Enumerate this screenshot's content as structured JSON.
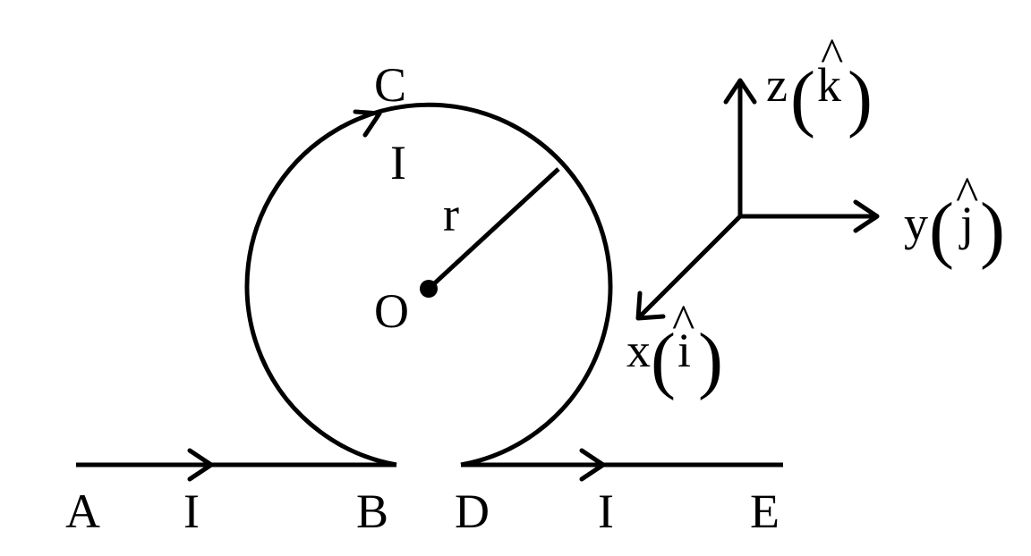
{
  "labels": {
    "A": "A",
    "B": "B",
    "C": "C",
    "D": "D",
    "E": "E",
    "O": "O",
    "r": "r",
    "current_loop": "I",
    "current_left": "I",
    "current_right": "I"
  },
  "axes": {
    "z": {
      "name": "z",
      "unit": "k"
    },
    "y": {
      "name": "y",
      "unit": "j"
    },
    "x": {
      "name": "x",
      "unit": "i"
    },
    "hat": "^",
    "open_paren": "(",
    "close_paren": ")"
  },
  "colors": {
    "ink": "#000000",
    "background": "#ffffff"
  }
}
